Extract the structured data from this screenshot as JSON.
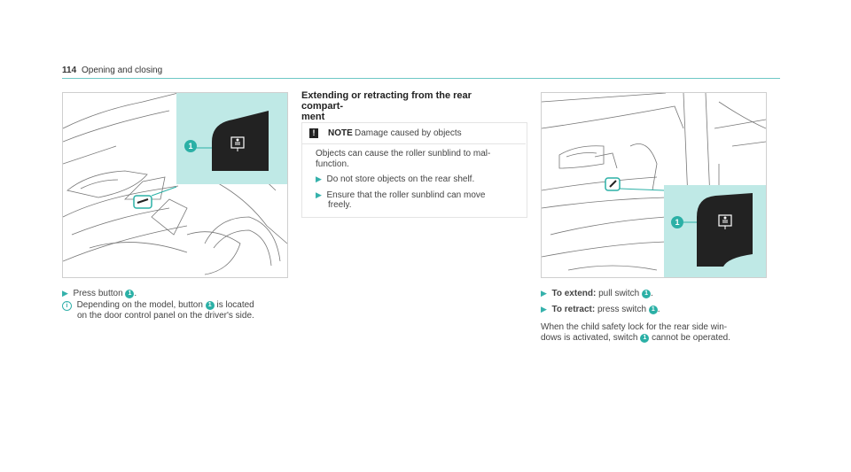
{
  "header": {
    "page_number": "114",
    "section_title": "Opening and closing"
  },
  "callout": "1",
  "left": {
    "step": "Press button",
    "step_end": ".",
    "info_pre": "Depending on the model, button",
    "info_post": "is located",
    "info_line2": "on the door control panel on the driver's side."
  },
  "middle": {
    "heading_line1": "Extending or retracting from the rear compart-",
    "heading_line2": "ment",
    "note_label": "NOTE",
    "note_title": "Damage caused by objects",
    "note_body_line1": "Objects can cause the roller sunblind to mal-",
    "note_body_line2": "function.",
    "bullet1": "Do not store objects on the rear shelf.",
    "bullet2_line1": "Ensure that the roller sunblind can move",
    "bullet2_line2": "freely."
  },
  "right": {
    "extend_label": "To extend:",
    "extend_text": "pull switch",
    "retract_label": "To retract:",
    "retract_text": "press switch",
    "period": ".",
    "para_line1": "When the child safety lock for the rear side win-",
    "para_pre": "dows is activated, switch",
    "para_post": "cannot be operated."
  },
  "colors": {
    "accent": "#34b1ab",
    "callout_bg": "#bfe9e6",
    "switch_dark": "#222222"
  },
  "icons": {
    "bullet": "arrow-right-icon",
    "info": "info-icon",
    "note": "exclamation-icon",
    "switch": "roller-sunblind-switch-icon"
  }
}
